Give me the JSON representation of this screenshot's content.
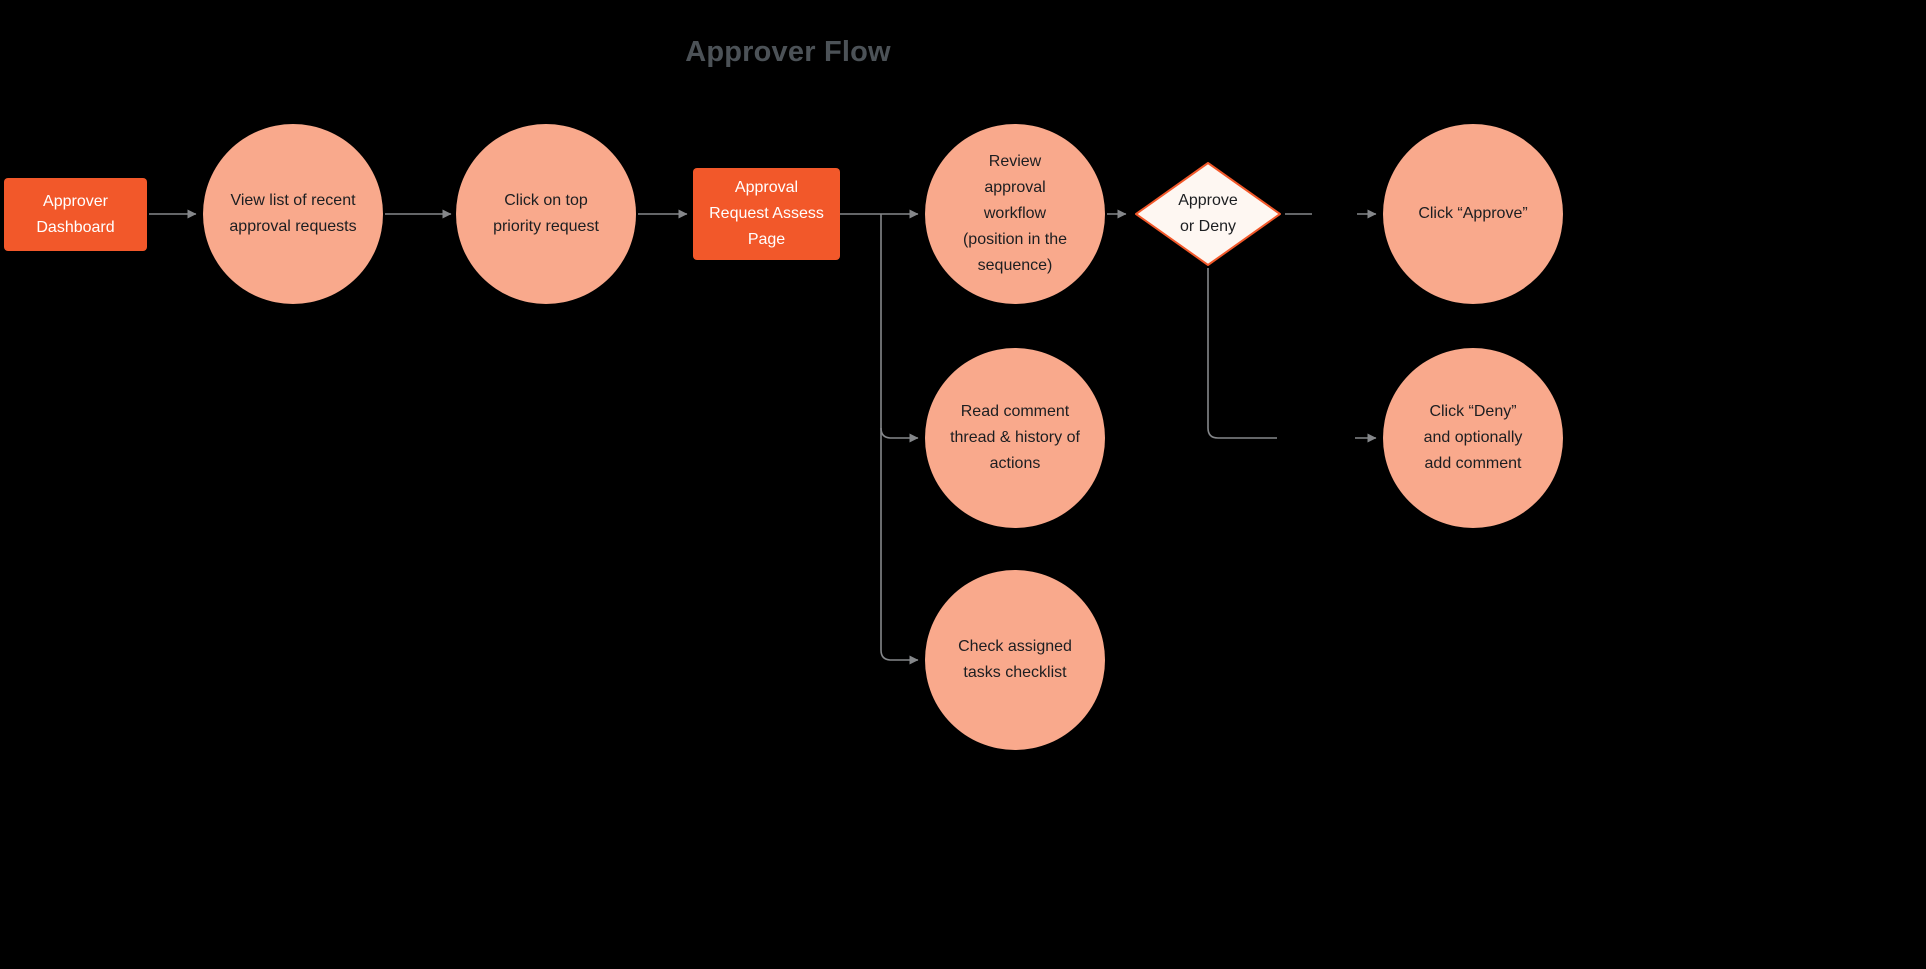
{
  "title": "Approver Flow",
  "colors": {
    "background": "#000000",
    "title": "#4C5257",
    "accent": "#F2582A",
    "salmon": "#F9A98C",
    "node_text": "#1C1E21",
    "rect_text": "#FFFFFF",
    "diamond_fill": "#FEF7F2",
    "connector": "#85878A"
  },
  "nodes": {
    "approver_dashboard": {
      "label": "Approver Dashboard"
    },
    "view_list": {
      "label": "View list of recent approval requests"
    },
    "click_top_priority": {
      "label": "Click on top priority request"
    },
    "request_assess_page": {
      "label": "Approval Request Assess Page"
    },
    "review_workflow": {
      "label": "Review approval workflow (position in the sequence)"
    },
    "read_comments": {
      "label": "Read comment thread & history of actions"
    },
    "check_tasks": {
      "label": "Check assigned tasks checklist"
    },
    "approve_or_deny": {
      "label": "Approve or Deny"
    },
    "click_approve": {
      "label": "Click “Approve”"
    },
    "click_deny": {
      "label": "Click “Deny” and optionally add comment"
    }
  }
}
